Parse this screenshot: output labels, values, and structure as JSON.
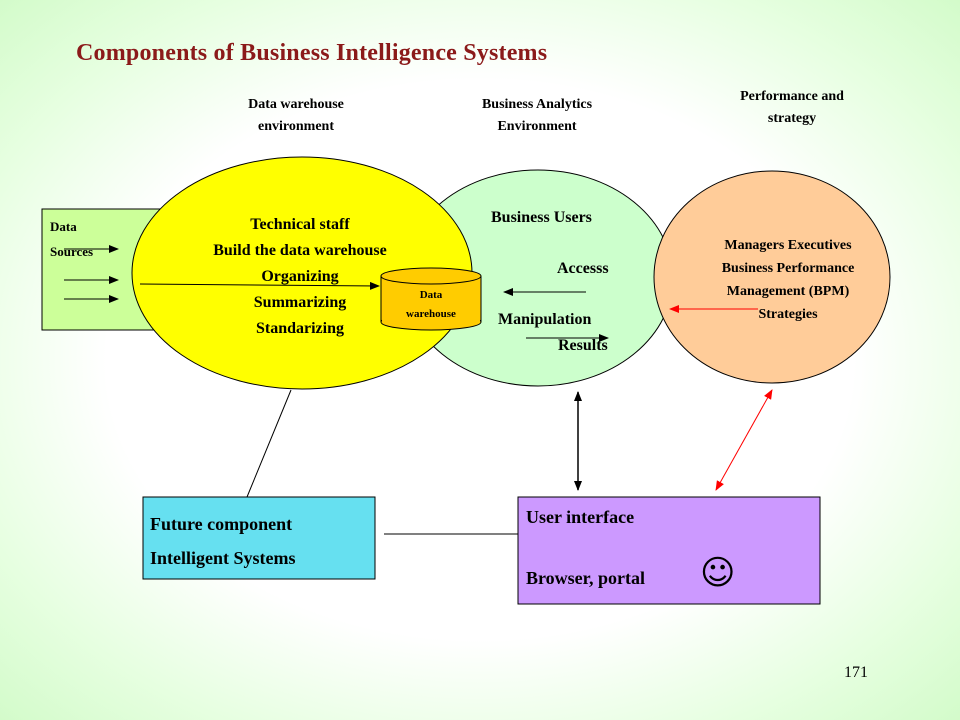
{
  "title": "Components of Business Intelligence Systems",
  "sections": {
    "data_warehouse_env": [
      "Data warehouse",
      "environment"
    ],
    "business_analytics_env": [
      "Business Analytics",
      "Environment"
    ],
    "performance_strategy": [
      "Performance and",
      "strategy"
    ]
  },
  "data_sources": [
    "Data",
    "Sources"
  ],
  "data_warehouse_env_items": [
    "Technical staff",
    "Build the data warehouse",
    "Organizing",
    "Summarizing",
    "Standarizing"
  ],
  "data_warehouse_store": [
    "Data",
    "warehouse"
  ],
  "business_analytics": {
    "users": "Business Users",
    "access": "Accesss",
    "manipulation": "Manipulation",
    "results": "Results"
  },
  "bpm_items": [
    "Managers Executives",
    "Business Performance",
    "Management (BPM)",
    "Strategies"
  ],
  "future_component": [
    "Future component",
    "Intelligent Systems"
  ],
  "user_interface": {
    "label": "User interface",
    "browser": "Browser, portal",
    "smiley": "☺"
  },
  "page_number": "171",
  "colors": {
    "title": "#8b1a1a",
    "dw_ellipse": "#ffff00",
    "ba_ellipse": "#ccffcc",
    "bpm_ellipse": "#ffcc99",
    "sources_box": "#ccff99",
    "future_box": "#66e0f0",
    "ui_box": "#cc99ff",
    "red_arrow": "#ff0000"
  }
}
